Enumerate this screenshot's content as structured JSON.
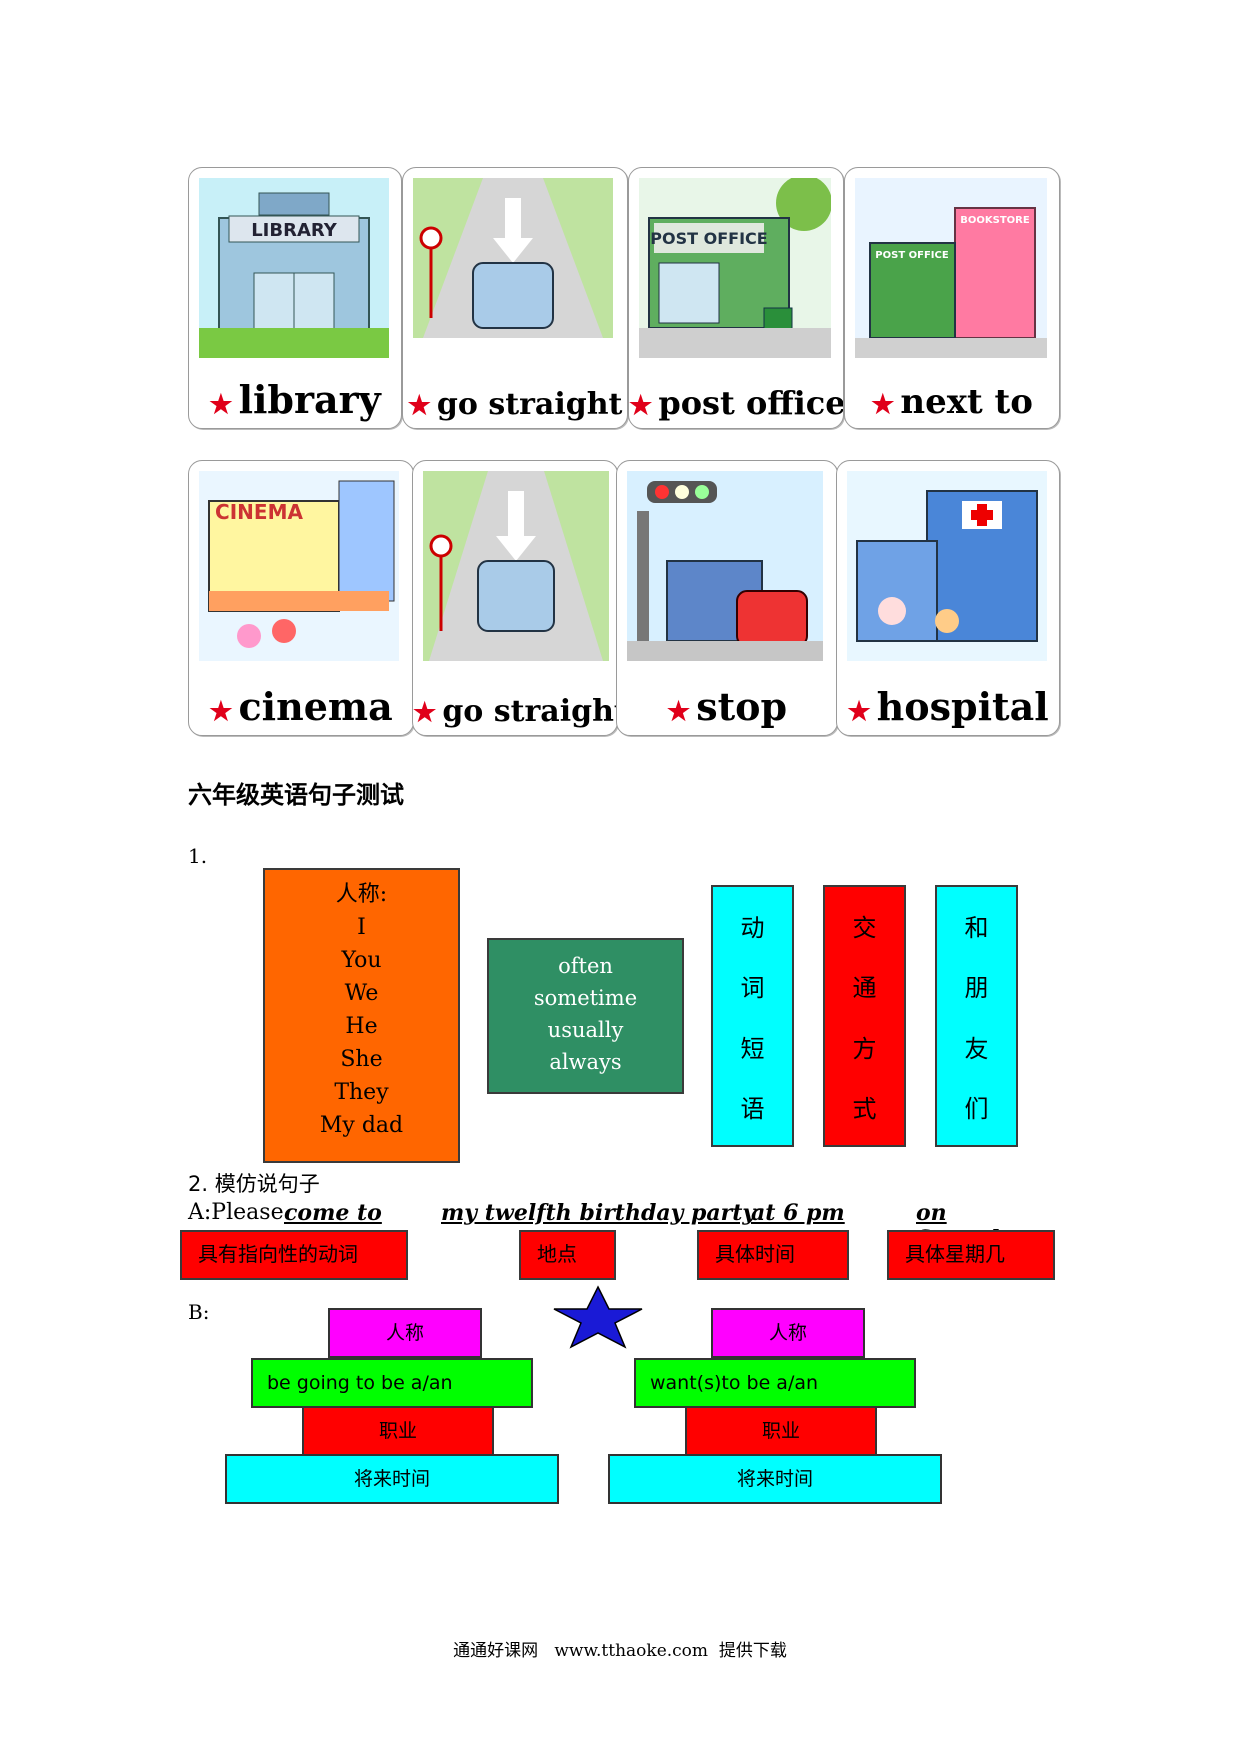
{
  "cards_row1": [
    {
      "label": "library",
      "icon": "library-icon"
    },
    {
      "label": "go straight",
      "icon": "road-arrow-icon"
    },
    {
      "label": "post office",
      "icon": "post-office-icon"
    },
    {
      "label": "next to",
      "icon": "buildings-icon"
    }
  ],
  "cards_row2": [
    {
      "label": "cinema",
      "icon": "cinema-icon"
    },
    {
      "label": "go straight",
      "icon": "road-arrow-icon"
    },
    {
      "label": "stop",
      "icon": "traffic-light-icon"
    },
    {
      "label": "hospital",
      "icon": "hospital-icon"
    }
  ],
  "section_title": "六年级英语句子测试",
  "q1": {
    "number": "1.",
    "persons": [
      "人称:",
      "I",
      "You",
      "We",
      "He",
      "She",
      "They",
      "My dad"
    ],
    "adverbs": [
      "often",
      "sometime",
      "usually",
      "always"
    ],
    "col1": [
      "动",
      "词",
      "短",
      "语"
    ],
    "col2": [
      "交",
      "通",
      "方",
      "式"
    ],
    "col3": [
      "和",
      "朋",
      "友",
      "们"
    ]
  },
  "q2": {
    "heading": "2.  模仿说句子",
    "a_prefix": "A:Please ",
    "a_verb": "come to",
    "a_place": "my twelfth birthday party",
    "a_time": "at 6 pm",
    "a_day": "on Saturday.",
    "tags": [
      "具有指向性的动词",
      "地点",
      "具体时间",
      "具体星期几"
    ]
  },
  "b": {
    "label": "B:",
    "left": [
      "人称",
      "be going to be a/an",
      "职业",
      "将来时间"
    ],
    "right": [
      "人称",
      "want(s)to be a/an",
      "职业",
      "将来时间"
    ]
  },
  "footer": "通通好课网   www.tthaoke.com  提供下载",
  "colors": {
    "orange": "#ff6600",
    "green": "#2f8f64",
    "cyan": "#00ffff",
    "red": "#ff0000",
    "magenta": "#ff00ff",
    "lime": "#00ff00",
    "star": "#1a1ad6"
  }
}
